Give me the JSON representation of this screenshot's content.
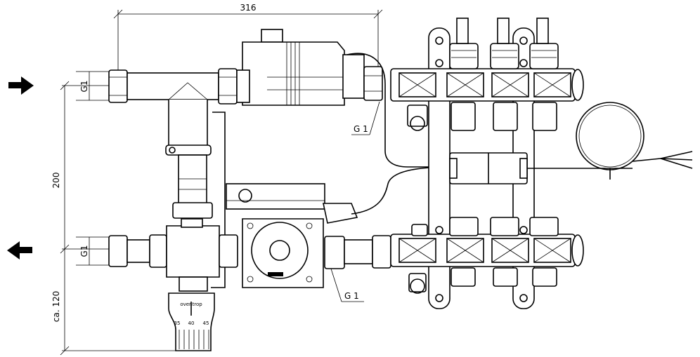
{
  "dimensions": {
    "width_label": "316",
    "height_label": "200",
    "bottom_label": "ca. 120",
    "thread_top": "G1",
    "thread_bottom": "G1",
    "thread_valve": "G 1",
    "thread_pump": "G 1"
  },
  "thermostat": {
    "brand": "oventrop",
    "scale": [
      "35",
      "40",
      "45"
    ]
  },
  "flow_arrows": {
    "supply": "right-arrow",
    "return": "left-arrow"
  }
}
